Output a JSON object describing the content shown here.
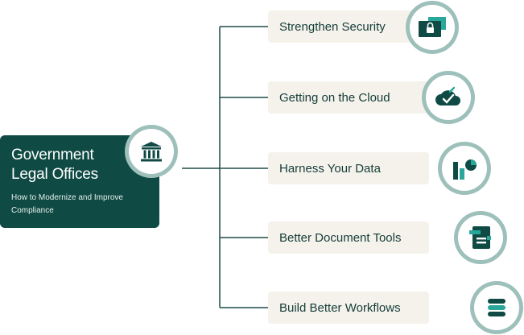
{
  "root": {
    "title": "Government Legal Offices",
    "subtitle": "How to Modernize and Improve Compliance",
    "icon": "government-building-icon"
  },
  "branches": [
    {
      "label": "Strengthen Security",
      "icon": "lock-icon"
    },
    {
      "label": "Getting on the Cloud",
      "icon": "cloud-check-icon"
    },
    {
      "label": "Harness Your Data",
      "icon": "chart-icon"
    },
    {
      "label": "Better Document Tools",
      "icon": "document-icon"
    },
    {
      "label": "Build Better Workflows",
      "icon": "workflow-icon"
    }
  ],
  "colors": {
    "card": "#0f4a44",
    "ring": "#9ec0bb",
    "pill": "#f5f2ec",
    "icon_dark": "#0f4a44",
    "icon_accent": "#2aa79b",
    "connector": "#1f4d48"
  }
}
